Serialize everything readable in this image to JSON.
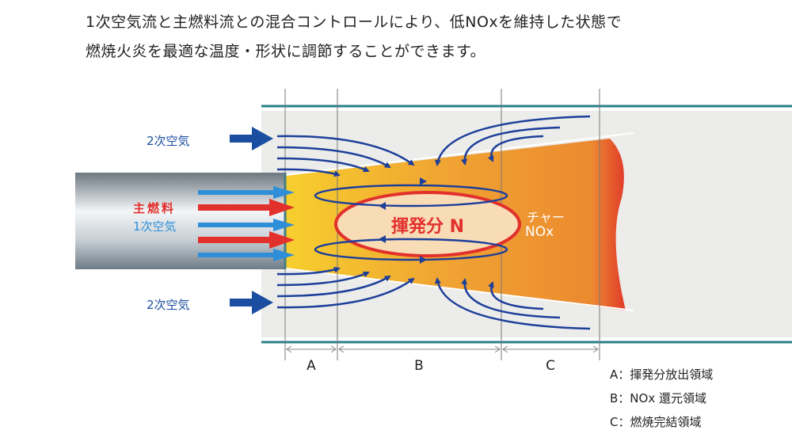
{
  "intro": {
    "line1": "1次空気流と主燃料流との混合コントロールにより、低NOxを維持した状態で",
    "line2": "燃焼火炎を最適な温度・形状に調節することができます。"
  },
  "diagram": {
    "secondary_air_top": "2次空気",
    "secondary_air_bottom": "2次空気",
    "main_fuel": "主燃料",
    "primary_air": "1次空気",
    "volatile_n": "揮発分 N",
    "char_nox_line1": "チャー",
    "char_nox_line2": "NOx",
    "zone_a": "A",
    "zone_b": "B",
    "zone_c": "C"
  },
  "legend": {
    "a": "A：揮発分放出領域",
    "b": "B：NOx 還元領域",
    "c": "C：燃焼完結領域"
  },
  "colors": {
    "flow_blue": "#1d3f9a",
    "fuel_red": "#e2302c",
    "primary_blue": "#2e8fd8",
    "pipe_teal": "#2a7f8a"
  }
}
